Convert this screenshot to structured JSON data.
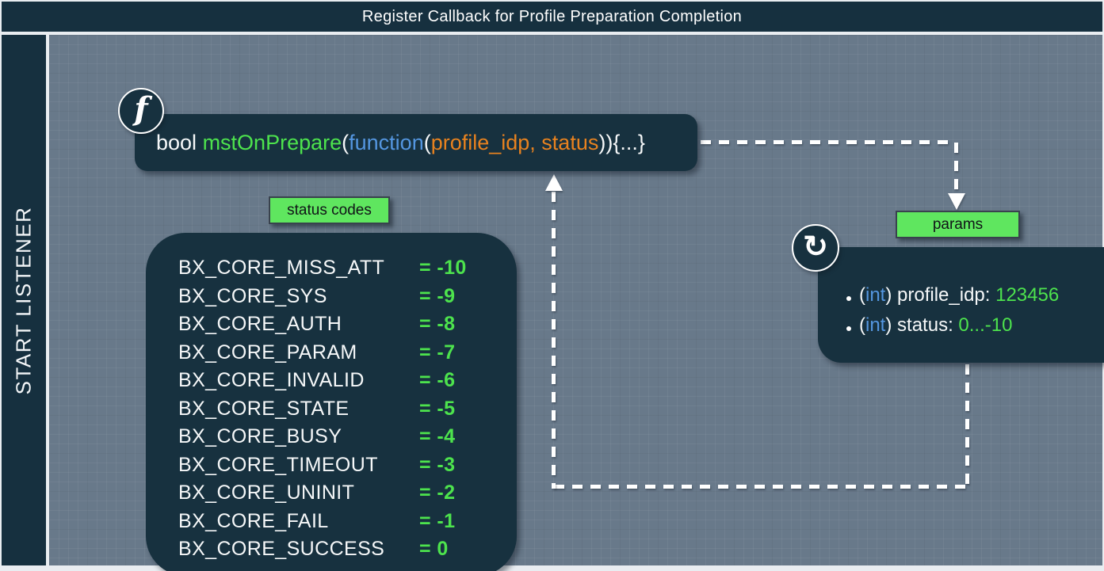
{
  "header": {
    "title": "Register Callback for Profile Preparation Completion"
  },
  "sidebar": {
    "label": "START LISTENER"
  },
  "function_box": {
    "icon_glyph": "f",
    "segments": [
      {
        "text": "bool ",
        "color": "#f6f8f9"
      },
      {
        "text": "mstOnPrepare",
        "color": "#4de34d"
      },
      {
        "text": "(",
        "color": "#f6f8f9"
      },
      {
        "text": "function",
        "color": "#5496e0"
      },
      {
        "text": "(",
        "color": "#f6f8f9"
      },
      {
        "text": "profile_idp, status",
        "color": "#e8821f"
      },
      {
        "text": ")){...}",
        "color": "#f6f8f9"
      }
    ]
  },
  "status_codes": {
    "label": "status codes",
    "entries": [
      {
        "name": "BX_CORE_MISS_ATT",
        "value": "= -10"
      },
      {
        "name": "BX_CORE_SYS",
        "value": "= -9"
      },
      {
        "name": "BX_CORE_AUTH",
        "value": "= -8"
      },
      {
        "name": "BX_CORE_PARAM",
        "value": "= -7"
      },
      {
        "name": "BX_CORE_INVALID",
        "value": "= -6"
      },
      {
        "name": "BX_CORE_STATE",
        "value": "= -5"
      },
      {
        "name": "BX_CORE_BUSY",
        "value": "= -4"
      },
      {
        "name": "BX_CORE_TIMEOUT",
        "value": "= -3"
      },
      {
        "name": "BX_CORE_UNINIT",
        "value": "= -2"
      },
      {
        "name": "BX_CORE_FAIL",
        "value": "= -1"
      },
      {
        "name": "BX_CORE_SUCCESS",
        "value": "= 0"
      }
    ]
  },
  "params": {
    "label": "params",
    "icon_glyph": "↻",
    "paren_open": "(",
    "paren_close": ") ",
    "entries": [
      {
        "type": "int",
        "name": "profile_idp: ",
        "value": "123456"
      },
      {
        "type": "int",
        "name": "status: ",
        "value": "0...-10"
      }
    ]
  },
  "colors": {
    "background_grid": "#68798a",
    "node_dark": "#17313f",
    "tag_green": "#5fe65f",
    "text_green": "#4de34d",
    "text_blue": "#5496e0",
    "text_orange": "#e8821f",
    "text_white": "#f6f8f9"
  }
}
